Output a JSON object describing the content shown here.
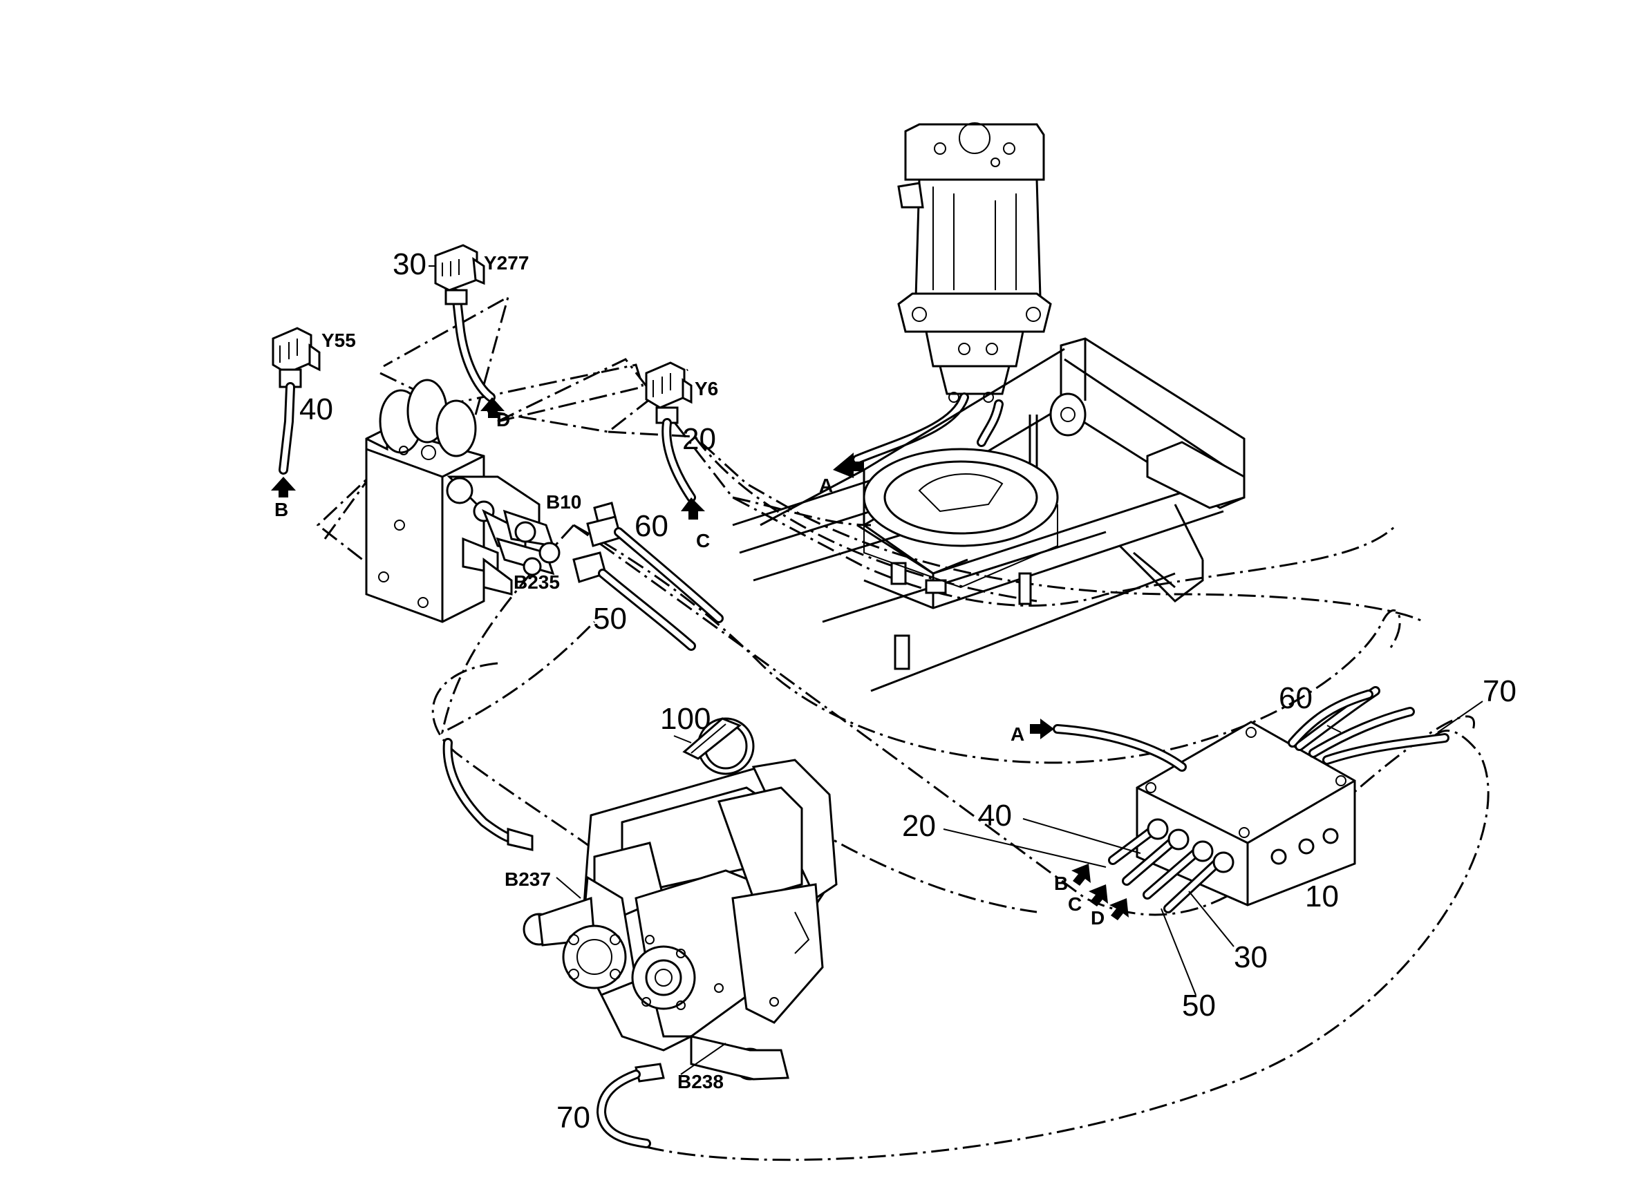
{
  "callouts": {
    "n10": "10",
    "n20_top": "20",
    "n20_box": "20",
    "n30_top": "30",
    "n30_box": "30",
    "n40_top": "40",
    "n40_box": "40",
    "n50_top": "50",
    "n50_box": "50",
    "n60_top": "60",
    "n60_box": "60",
    "n70_box": "70",
    "n70_bottom": "70",
    "n100": "100"
  },
  "components": {
    "y277": "Y277",
    "y55": "Y55",
    "y6": "Y6",
    "b10": "B10",
    "b235": "B235",
    "b237": "B237",
    "b238": "B238"
  },
  "connections": {
    "a_motor": "A",
    "a_box": "A",
    "b_valve": "B",
    "b_box": "B",
    "c_y6": "C",
    "c_box": "C",
    "d_y277": "D",
    "d_box": "D"
  }
}
